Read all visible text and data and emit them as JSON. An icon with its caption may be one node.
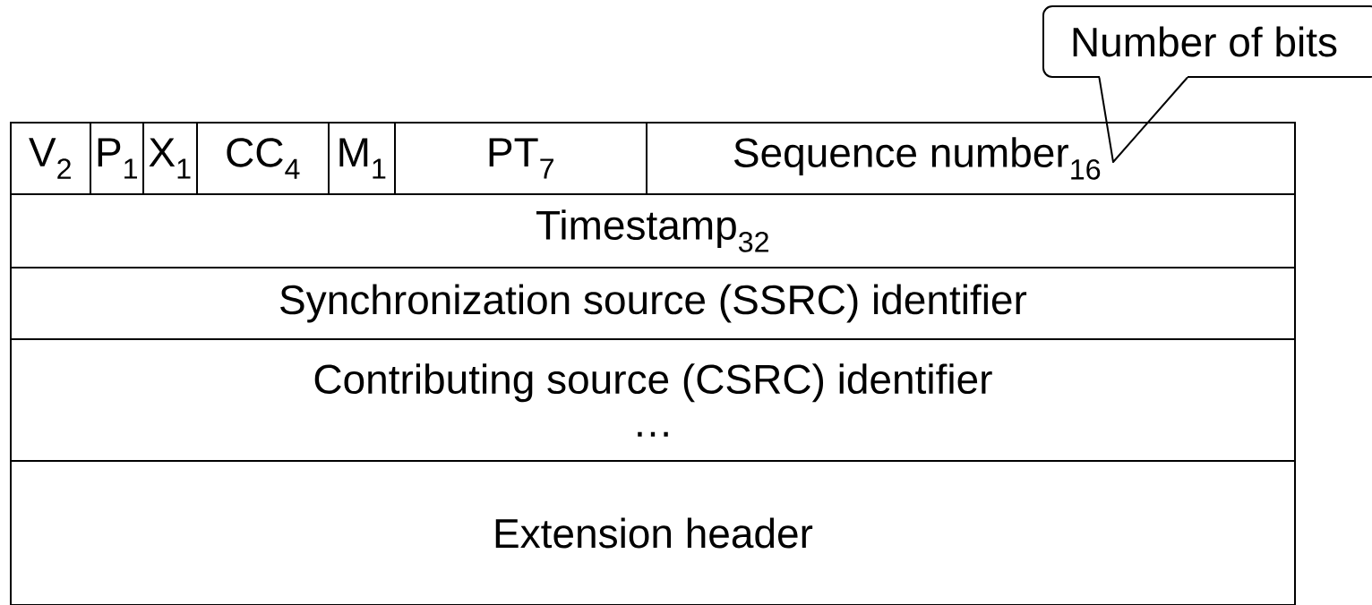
{
  "diagram": {
    "nodes": [
      {
        "text": [
          "V$_{2}$"
        ]
      },
      {
        "text": [
          "P$_{1}$"
        ]
      },
      {
        "text": [
          "X$_{1}$"
        ]
      },
      {
        "text": [
          "CC$_{4}$"
        ]
      },
      {
        "text": [
          "M$_{1}$"
        ]
      },
      {
        "text": [
          "PT$_{7}$"
        ]
      },
      {
        "text": [
          "Sequence number$_{16}$"
        ]
      },
      {
        "text": [
          "Timestamp$_{32}$"
        ]
      },
      {
        "text": [
          "Synchronization source (SSRC) identifier"
        ]
      },
      {
        "text": [
          "Contributing source (CSRC) identifier",
          "…"
        ]
      },
      {
        "text": [
          "Extension header"
        ]
      },
      {
        "text": [
          "Number of bits"
        ]
      }
    ],
    "edges": [
      {
        "from": 11,
        "to": 6,
        "arrow": "none"
      }
    ]
  }
}
